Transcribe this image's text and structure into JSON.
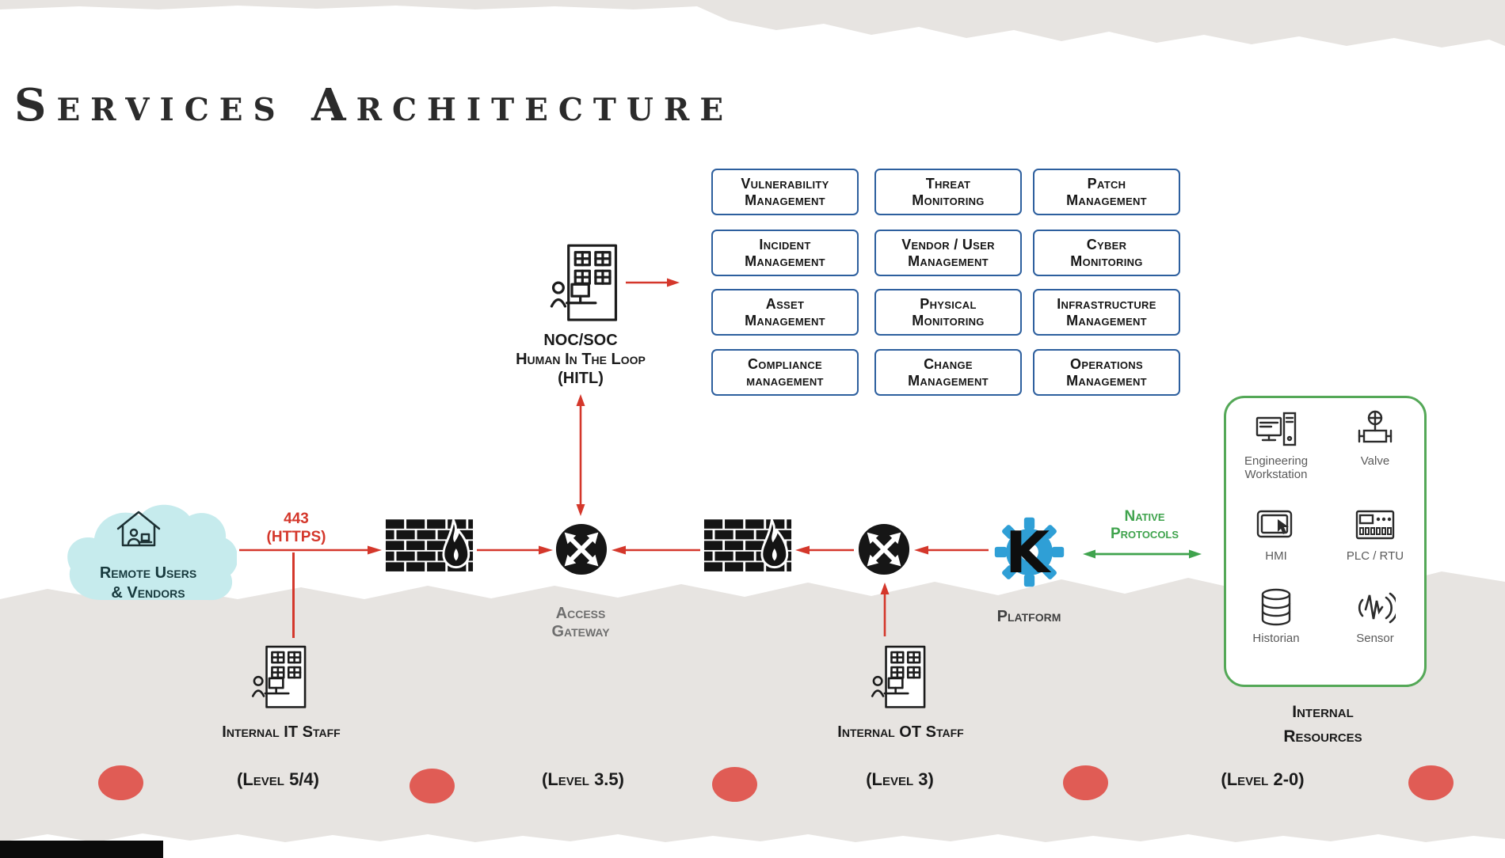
{
  "title": "Services Architecture",
  "services": {
    "items": [
      {
        "l1": "Vulnerability",
        "l2": "Management"
      },
      {
        "l1": "Threat",
        "l2": "Monitoring"
      },
      {
        "l1": "Patch",
        "l2": "Management"
      },
      {
        "l1": "Incident",
        "l2": "Management"
      },
      {
        "l1": "Vendor / User",
        "l2": "Management"
      },
      {
        "l1": "Cyber",
        "l2": "Monitoring"
      },
      {
        "l1": "Asset",
        "l2": "Management"
      },
      {
        "l1": "Physical",
        "l2": "Monitoring"
      },
      {
        "l1": "Infrastructure",
        "l2": "Management"
      },
      {
        "l1": "Compliance",
        "l2": "management"
      },
      {
        "l1": "Change",
        "l2": "Management"
      },
      {
        "l1": "Operations",
        "l2": "Management"
      }
    ]
  },
  "noc": {
    "l1": "NOC/SOC",
    "l2": "Human In The Loop",
    "l3": "(HITL)"
  },
  "cloud": {
    "l1": "Remote Users",
    "l2": "& Vendors"
  },
  "link443": {
    "l1": "443",
    "l2": "(HTTPS)"
  },
  "gateway": {
    "l1": "Access",
    "l2": "Gateway"
  },
  "platform": {
    "label": "Platform",
    "logo_letter": "K"
  },
  "native": {
    "l1": "Native",
    "l2": "Protocols"
  },
  "resources": {
    "t1": "Internal",
    "t2": "Resources",
    "items": [
      {
        "label": "Engineering Workstation"
      },
      {
        "label": "Valve"
      },
      {
        "label": "HMI"
      },
      {
        "label": "PLC / RTU"
      },
      {
        "label": "Historian"
      },
      {
        "label": "Sensor"
      }
    ]
  },
  "staff": {
    "it": "Internal IT Staff",
    "ot": "Internal OT Staff"
  },
  "levels": [
    "(Level 5/4)",
    "(Level 3.5)",
    "(Level 3)",
    "(Level 2-0)"
  ],
  "colors": {
    "arrow_red": "#d4372b",
    "green": "#3fa34d",
    "box_border": "#2d5f9e",
    "cloud_fill": "#c6ebed",
    "dot": "#e05c55",
    "gear_blue": "#2f9fd6"
  }
}
